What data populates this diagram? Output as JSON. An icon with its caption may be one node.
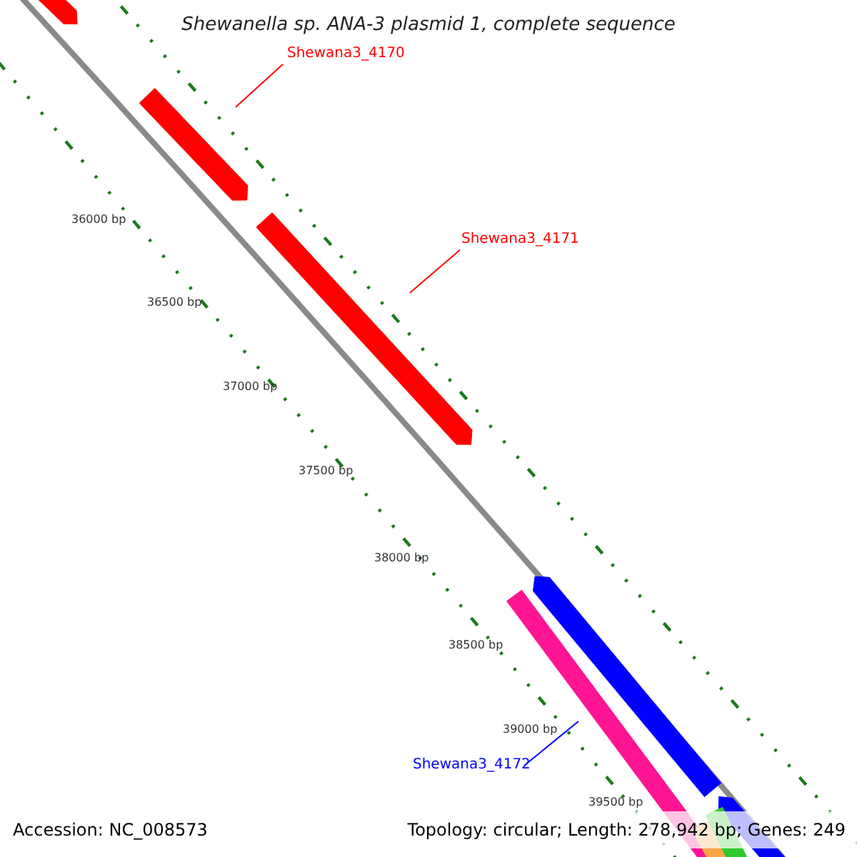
{
  "diagram": {
    "title": "Shewanella sp. ANA-3 plasmid 1, complete sequence",
    "nodes": [
      {
        "text": [
          "Shewana3_4170"
        ]
      },
      {
        "text": [],
        "shape": "bar"
      },
      {
        "text": [
          "Shewana3_4171"
        ]
      },
      {
        "text": [],
        "shape": "bar"
      },
      {
        "text": [
          "Shewana3_4172"
        ]
      },
      {
        "text": [],
        "shape": "bar"
      }
    ],
    "edges": [
      {
        "from": 0,
        "to": 1,
        "arrow": "none",
        "color": "#ff0000"
      },
      {
        "from": 2,
        "to": 3,
        "arrow": "none",
        "color": "#ff0000"
      },
      {
        "from": 4,
        "to": 5,
        "arrow": "none",
        "color": "#0000ff"
      }
    ],
    "labels": [
      "36000 bp",
      "36500 bp",
      "37000 bp",
      "37500 bp",
      "38000 bp",
      "38500 bp",
      "39000 bp",
      "39500 bp",
      "Accession: NC_008573",
      "Topology: circular; Length: 278,942 bp; Genes: 249"
    ]
  }
}
